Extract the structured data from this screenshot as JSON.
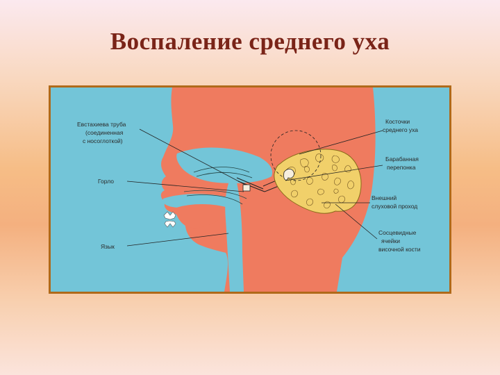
{
  "slide": {
    "title": "Воспаление среднего уха"
  },
  "diagram": {
    "labels": {
      "eustachian_1": "Евстахиева труба",
      "eustachian_2": "(соединенная",
      "eustachian_3": "с носоглоткой)",
      "throat": "Горло",
      "tongue": "Язык",
      "ossicles_1": "Косточки",
      "ossicles_2": "среднего уха",
      "eardrum_1": "Барабанная",
      "eardrum_2": "перепонка",
      "canal_1": "Внешний",
      "canal_2": "слуховой проход",
      "mastoid_1": "Сосцевидные",
      "mastoid_2": "ячейки",
      "mastoid_3": "височной кости"
    },
    "colors": {
      "background": "#73c5d8",
      "head": "#ef7b5f",
      "mastoid": "#f1d06a",
      "border": "#b06a1a"
    }
  }
}
